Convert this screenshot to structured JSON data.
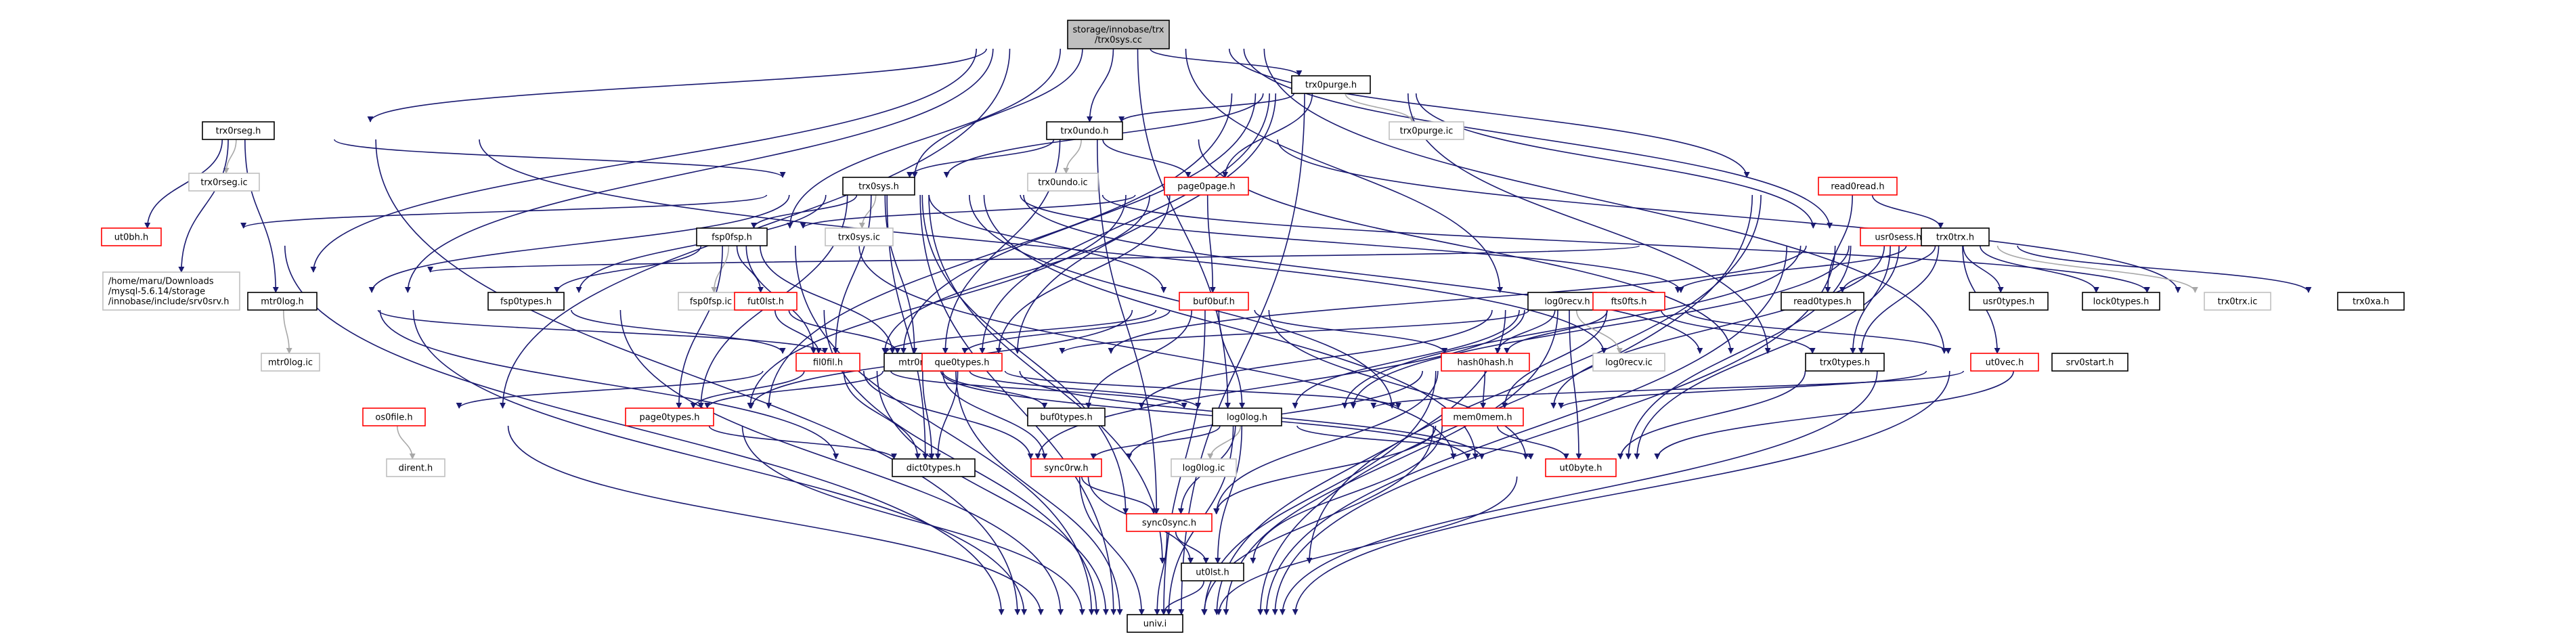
{
  "colors": {
    "edge": "#191970",
    "edge_light": "#a8a8a8",
    "black_border": "#000000",
    "red_border": "#ff0000",
    "light_border": "#bfbfbf",
    "root_fill": "#bfbfbf",
    "fill": "#ffffff"
  },
  "nodes": [
    {
      "id": "root",
      "label": [
        "storage/innobase/trx",
        "/trx0sys.cc"
      ],
      "style": "root"
    },
    {
      "id": "trx0purge_h",
      "label": [
        "trx0purge.h"
      ],
      "style": "black"
    },
    {
      "id": "trx0undo_h",
      "label": [
        "trx0undo.h"
      ],
      "style": "black"
    },
    {
      "id": "trx0purge_ic",
      "label": [
        "trx0purge.ic"
      ],
      "style": "light"
    },
    {
      "id": "trx0rseg_h",
      "label": [
        "trx0rseg.h"
      ],
      "style": "black"
    },
    {
      "id": "trx0rseg_ic",
      "label": [
        "trx0rseg.ic"
      ],
      "style": "light"
    },
    {
      "id": "trx0undo_ic",
      "label": [
        "trx0undo.ic"
      ],
      "style": "light"
    },
    {
      "id": "page0page_h",
      "label": [
        "page0page.h"
      ],
      "style": "red"
    },
    {
      "id": "read0read_h",
      "label": [
        "read0read.h"
      ],
      "style": "red"
    },
    {
      "id": "trx0sys_h",
      "label": [
        "trx0sys.h"
      ],
      "style": "black"
    },
    {
      "id": "ut0bh_h",
      "label": [
        "ut0bh.h"
      ],
      "style": "red"
    },
    {
      "id": "usr0sess_h",
      "label": [
        "usr0sess.h"
      ],
      "style": "red"
    },
    {
      "id": "trx0trx_h",
      "label": [
        "trx0trx.h"
      ],
      "style": "black"
    },
    {
      "id": "fsp0fsp_h",
      "label": [
        "fsp0fsp.h"
      ],
      "style": "black"
    },
    {
      "id": "trx0sys_ic",
      "label": [
        "trx0sys.ic"
      ],
      "style": "light"
    },
    {
      "id": "srv0srv_h",
      "label": [
        "/home/maru/Downloads",
        "/mysql-5.6.14/storage",
        "/innobase/include/srv0srv.h"
      ],
      "style": "light"
    },
    {
      "id": "mtr0log_h",
      "label": [
        "mtr0log.h"
      ],
      "style": "black"
    },
    {
      "id": "mtr0log_ic",
      "label": [
        "mtr0log.ic"
      ],
      "style": "light"
    },
    {
      "id": "fsp0types_h",
      "label": [
        "fsp0types.h"
      ],
      "style": "black"
    },
    {
      "id": "fsp0fsp_ic",
      "label": [
        "fsp0fsp.ic"
      ],
      "style": "light"
    },
    {
      "id": "fut0lst_h",
      "label": [
        "fut0lst.h"
      ],
      "style": "red"
    },
    {
      "id": "buf0buf_h",
      "label": [
        "buf0buf.h"
      ],
      "style": "red"
    },
    {
      "id": "log0recv_h",
      "label": [
        "log0recv.h"
      ],
      "style": "black"
    },
    {
      "id": "fts0fts_h",
      "label": [
        "fts0fts.h"
      ],
      "style": "red"
    },
    {
      "id": "read0types_h",
      "label": [
        "read0types.h"
      ],
      "style": "black"
    },
    {
      "id": "usr0types_h",
      "label": [
        "usr0types.h"
      ],
      "style": "black"
    },
    {
      "id": "lock0types_h",
      "label": [
        "lock0types.h"
      ],
      "style": "black"
    },
    {
      "id": "trx0trx_ic",
      "label": [
        "trx0trx.ic"
      ],
      "style": "light"
    },
    {
      "id": "trx0xa_h",
      "label": [
        "trx0xa.h"
      ],
      "style": "black"
    },
    {
      "id": "fil0fil_h",
      "label": [
        "fil0fil.h"
      ],
      "style": "red"
    },
    {
      "id": "mtr0mtr_h",
      "label": [
        "mtr0mtr.h"
      ],
      "style": "black"
    },
    {
      "id": "que0types_h",
      "label": [
        "que0types.h"
      ],
      "style": "red"
    },
    {
      "id": "hash0hash_h",
      "label": [
        "hash0hash.h"
      ],
      "style": "red"
    },
    {
      "id": "log0recv_ic",
      "label": [
        "log0recv.ic"
      ],
      "style": "light"
    },
    {
      "id": "trx0types_h",
      "label": [
        "trx0types.h"
      ],
      "style": "black"
    },
    {
      "id": "ut0vec_h",
      "label": [
        "ut0vec.h"
      ],
      "style": "red"
    },
    {
      "id": "srv0start_h",
      "label": [
        "srv0start.h"
      ],
      "style": "black"
    },
    {
      "id": "os0file_h",
      "label": [
        "os0file.h"
      ],
      "style": "red"
    },
    {
      "id": "page0types_h",
      "label": [
        "page0types.h"
      ],
      "style": "red"
    },
    {
      "id": "buf0types_h",
      "label": [
        "buf0types.h"
      ],
      "style": "black"
    },
    {
      "id": "log0log_h",
      "label": [
        "log0log.h"
      ],
      "style": "black"
    },
    {
      "id": "mem0mem_h",
      "label": [
        "mem0mem.h"
      ],
      "style": "red"
    },
    {
      "id": "dirent_h",
      "label": [
        "dirent.h"
      ],
      "style": "light"
    },
    {
      "id": "dict0types_h",
      "label": [
        "dict0types.h"
      ],
      "style": "black"
    },
    {
      "id": "log0log_ic",
      "label": [
        "log0log.ic"
      ],
      "style": "light"
    },
    {
      "id": "sync0rw_h",
      "label": [
        "sync0rw.h"
      ],
      "style": "red"
    },
    {
      "id": "ut0byte_h",
      "label": [
        "ut0byte.h"
      ],
      "style": "red"
    },
    {
      "id": "sync0sync_h",
      "label": [
        "sync0sync.h"
      ],
      "style": "red"
    },
    {
      "id": "ut0lst_h",
      "label": [
        "ut0lst.h"
      ],
      "style": "black"
    },
    {
      "id": "univ_i",
      "label": [
        "univ.i"
      ],
      "style": "black"
    }
  ],
  "edges": [
    [
      "root",
      "trx0purge_h"
    ],
    [
      "root",
      "trx0undo_h"
    ],
    [
      "root",
      "trx0rseg_h"
    ],
    [
      "root",
      "trx0sys_h"
    ],
    [
      "root",
      "fsp0fsp_h"
    ],
    [
      "root",
      "mtr0log_h"
    ],
    [
      "root",
      "srv0srv_h"
    ],
    [
      "root",
      "os0file_h"
    ],
    [
      "root",
      "read0read_h"
    ],
    [
      "root",
      "trx0trx_h"
    ],
    [
      "root",
      "log0recv_h"
    ],
    [
      "root",
      "log0log_h"
    ],
    [
      "root",
      "srv0start_h"
    ],
    [
      "trx0purge_h",
      "trx0undo_h"
    ],
    [
      "trx0purge_h",
      "trx0sys_h"
    ],
    [
      "trx0purge_h",
      "page0page_h"
    ],
    [
      "trx0purge_h",
      "trx0purge_ic",
      "light"
    ],
    [
      "trx0purge_h",
      "usr0sess_h"
    ],
    [
      "trx0purge_h",
      "mtr0mtr_h"
    ],
    [
      "trx0purge_h",
      "fil0fil_h"
    ],
    [
      "trx0purge_h",
      "que0types_h"
    ],
    [
      "trx0purge_h",
      "trx0types_h"
    ],
    [
      "trx0purge_h",
      "univ_i"
    ],
    [
      "trx0purge_h",
      "page0types_h"
    ],
    [
      "trx0undo_h",
      "trx0sys_h"
    ],
    [
      "trx0undo_h",
      "trx0undo_ic",
      "light"
    ],
    [
      "trx0undo_h",
      "mtr0mtr_h"
    ],
    [
      "trx0undo_h",
      "trx0xa_h"
    ],
    [
      "trx0undo_h",
      "page0page_h"
    ],
    [
      "trx0undo_h",
      "trx0types_h"
    ],
    [
      "trx0undo_h",
      "sync0sync_h"
    ],
    [
      "trx0rseg_h",
      "trx0sys_h"
    ],
    [
      "trx0rseg_h",
      "trx0rseg_ic",
      "light"
    ],
    [
      "trx0rseg_h",
      "ut0bh_h"
    ],
    [
      "trx0rseg_h",
      "mtr0log_h"
    ],
    [
      "trx0rseg_h",
      "srv0srv_h"
    ],
    [
      "trx0rseg_h",
      "univ_i"
    ],
    [
      "trx0rseg_h",
      "trx0types_h"
    ],
    [
      "trx0sys_h",
      "ut0bh_h"
    ],
    [
      "trx0sys_h",
      "fsp0fsp_h"
    ],
    [
      "trx0sys_h",
      "trx0sys_ic",
      "light"
    ],
    [
      "trx0sys_h",
      "fsp0types_h"
    ],
    [
      "trx0sys_h",
      "mtr0mtr_h"
    ],
    [
      "trx0sys_h",
      "fil0fil_h"
    ],
    [
      "trx0sys_h",
      "buf0buf_h"
    ],
    [
      "trx0sys_h",
      "mem0mem_h"
    ],
    [
      "trx0sys_h",
      "read0types_h"
    ],
    [
      "trx0sys_h",
      "trx0types_h"
    ],
    [
      "trx0sys_h",
      "page0types_h"
    ],
    [
      "trx0sys_h",
      "univ_i"
    ],
    [
      "trx0sys_h",
      "ut0lst_h"
    ],
    [
      "trx0sys_h",
      "sync0sync_h"
    ],
    [
      "trx0sys_h",
      "ut0byte_h"
    ],
    [
      "trx0sys_h",
      "dict0types_h"
    ],
    [
      "trx0sys_h",
      "trx0xa_h"
    ],
    [
      "trx0sys_h",
      "mtr0log_h"
    ],
    [
      "page0page_h",
      "fsp0fsp_h"
    ],
    [
      "page0page_h",
      "buf0buf_h"
    ],
    [
      "page0page_h",
      "fil0fil_h"
    ],
    [
      "page0page_h",
      "page0types_h"
    ],
    [
      "page0page_h",
      "que0types_h"
    ],
    [
      "read0read_h",
      "trx0trx_h"
    ],
    [
      "read0read_h",
      "read0types_h"
    ],
    [
      "read0read_h",
      "ut0lst_h"
    ],
    [
      "read0read_h",
      "univ_i"
    ],
    [
      "ut0bh_h",
      "univ_i"
    ],
    [
      "usr0sess_h",
      "srv0srv_h"
    ],
    [
      "usr0sess_h",
      "trx0types_h"
    ],
    [
      "usr0sess_h",
      "ut0byte_h"
    ],
    [
      "usr0sess_h",
      "univ_i"
    ],
    [
      "usr0sess_h",
      "log0log_h"
    ],
    [
      "trx0trx_h",
      "usr0types_h"
    ],
    [
      "trx0trx_h",
      "lock0types_h"
    ],
    [
      "trx0trx_h",
      "trx0trx_ic",
      "light"
    ],
    [
      "trx0trx_h",
      "trx0xa_h"
    ],
    [
      "trx0trx_h",
      "read0types_h"
    ],
    [
      "trx0trx_h",
      "fts0fts_h"
    ],
    [
      "trx0trx_h",
      "ut0vec_h"
    ],
    [
      "trx0trx_h",
      "que0types_h"
    ],
    [
      "trx0trx_h",
      "trx0types_h"
    ],
    [
      "trx0trx_h",
      "mem0mem_h"
    ],
    [
      "trx0trx_h",
      "univ_i"
    ],
    [
      "trx0trx_h",
      "log0log_h"
    ],
    [
      "trx0trx_h",
      "ut0byte_h"
    ],
    [
      "fsp0fsp_h",
      "fsp0types_h"
    ],
    [
      "fsp0fsp_h",
      "fsp0fsp_ic",
      "light"
    ],
    [
      "fsp0fsp_h",
      "fut0lst_h"
    ],
    [
      "fsp0fsp_h",
      "mtr0mtr_h"
    ],
    [
      "fsp0fsp_h",
      "fil0fil_h"
    ],
    [
      "fsp0fsp_h",
      "page0types_h"
    ],
    [
      "fsp0fsp_h",
      "univ_i"
    ],
    [
      "fsp0fsp_h",
      "ut0byte_h"
    ],
    [
      "mtr0log_h",
      "mtr0log_ic",
      "light"
    ],
    [
      "mtr0log_h",
      "mtr0mtr_h"
    ],
    [
      "mtr0log_h",
      "univ_i"
    ],
    [
      "mtr0log_h",
      "dict0types_h"
    ],
    [
      "fsp0types_h",
      "univ_i"
    ],
    [
      "fsp0types_h",
      "fil0fil_h"
    ],
    [
      "fut0lst_h",
      "fil0fil_h"
    ],
    [
      "fut0lst_h",
      "mtr0mtr_h"
    ],
    [
      "fut0lst_h",
      "univ_i"
    ],
    [
      "buf0buf_h",
      "fil0fil_h"
    ],
    [
      "buf0buf_h",
      "mtr0mtr_h"
    ],
    [
      "buf0buf_h",
      "buf0types_h"
    ],
    [
      "buf0buf_h",
      "hash0hash_h"
    ],
    [
      "buf0buf_h",
      "ut0byte_h"
    ],
    [
      "buf0buf_h",
      "univ_i"
    ],
    [
      "buf0buf_h",
      "log0log_h"
    ],
    [
      "buf0buf_h",
      "page0types_h"
    ],
    [
      "log0recv_h",
      "buf0types_h"
    ],
    [
      "log0recv_h",
      "hash0hash_h"
    ],
    [
      "log0recv_h",
      "log0recv_ic",
      "light"
    ],
    [
      "log0recv_h",
      "log0log_h"
    ],
    [
      "log0recv_h",
      "ut0byte_h"
    ],
    [
      "log0recv_h",
      "univ_i"
    ],
    [
      "fts0fts_h",
      "hash0hash_h"
    ],
    [
      "fts0fts_h",
      "ut0vec_h"
    ],
    [
      "fts0fts_h",
      "que0types_h"
    ],
    [
      "fts0fts_h",
      "trx0types_h"
    ],
    [
      "fts0fts_h",
      "mem0mem_h"
    ],
    [
      "fts0fts_h",
      "univ_i"
    ],
    [
      "fts0fts_h",
      "dict0types_h"
    ],
    [
      "fil0fil_h",
      "os0file_h"
    ],
    [
      "fil0fil_h",
      "page0types_h"
    ],
    [
      "fil0fil_h",
      "dict0types_h"
    ],
    [
      "fil0fil_h",
      "sync0rw_h"
    ],
    [
      "fil0fil_h",
      "ut0byte_h"
    ],
    [
      "fil0fil_h",
      "log0log_h"
    ],
    [
      "fil0fil_h",
      "univ_i"
    ],
    [
      "mtr0mtr_h",
      "page0types_h"
    ],
    [
      "mtr0mtr_h",
      "buf0types_h"
    ],
    [
      "mtr0mtr_h",
      "log0log_h"
    ],
    [
      "mtr0mtr_h",
      "sync0rw_h"
    ],
    [
      "mtr0mtr_h",
      "mem0mem_h"
    ],
    [
      "mtr0mtr_h",
      "ut0byte_h"
    ],
    [
      "mtr0mtr_h",
      "univ_i"
    ],
    [
      "mtr0mtr_h",
      "dict0types_h"
    ],
    [
      "que0types_h",
      "dict0types_h"
    ],
    [
      "hash0hash_h",
      "mem0mem_h"
    ],
    [
      "hash0hash_h",
      "sync0rw_h"
    ],
    [
      "hash0hash_h",
      "sync0sync_h"
    ],
    [
      "hash0hash_h",
      "univ_i"
    ],
    [
      "trx0types_h",
      "ut0byte_h"
    ],
    [
      "ut0vec_h",
      "mem0mem_h"
    ],
    [
      "ut0vec_h",
      "univ_i"
    ],
    [
      "srv0start_h",
      "log0log_h"
    ],
    [
      "srv0start_h",
      "ut0byte_h"
    ],
    [
      "srv0start_h",
      "univ_i"
    ],
    [
      "os0file_h",
      "dirent_h",
      "light"
    ],
    [
      "os0file_h",
      "univ_i"
    ],
    [
      "page0types_h",
      "dict0types_h"
    ],
    [
      "page0types_h",
      "univ_i"
    ],
    [
      "log0log_h",
      "log0log_ic",
      "light"
    ],
    [
      "log0log_h",
      "sync0rw_h"
    ],
    [
      "log0log_h",
      "sync0sync_h"
    ],
    [
      "log0log_h",
      "ut0lst_h"
    ],
    [
      "log0log_h",
      "ut0byte_h"
    ],
    [
      "log0log_h",
      "univ_i"
    ],
    [
      "mem0mem_h",
      "sync0sync_h"
    ],
    [
      "mem0mem_h",
      "ut0lst_h"
    ],
    [
      "mem0mem_h",
      "univ_i"
    ],
    [
      "mem0mem_h",
      "ut0byte_h"
    ],
    [
      "sync0rw_h",
      "sync0sync_h"
    ],
    [
      "sync0rw_h",
      "univ_i"
    ],
    [
      "sync0rw_h",
      "ut0lst_h"
    ],
    [
      "sync0sync_h",
      "ut0lst_h"
    ],
    [
      "sync0sync_h",
      "univ_i"
    ],
    [
      "ut0byte_h",
      "univ_i"
    ],
    [
      "ut0lst_h",
      "univ_i"
    ]
  ]
}
